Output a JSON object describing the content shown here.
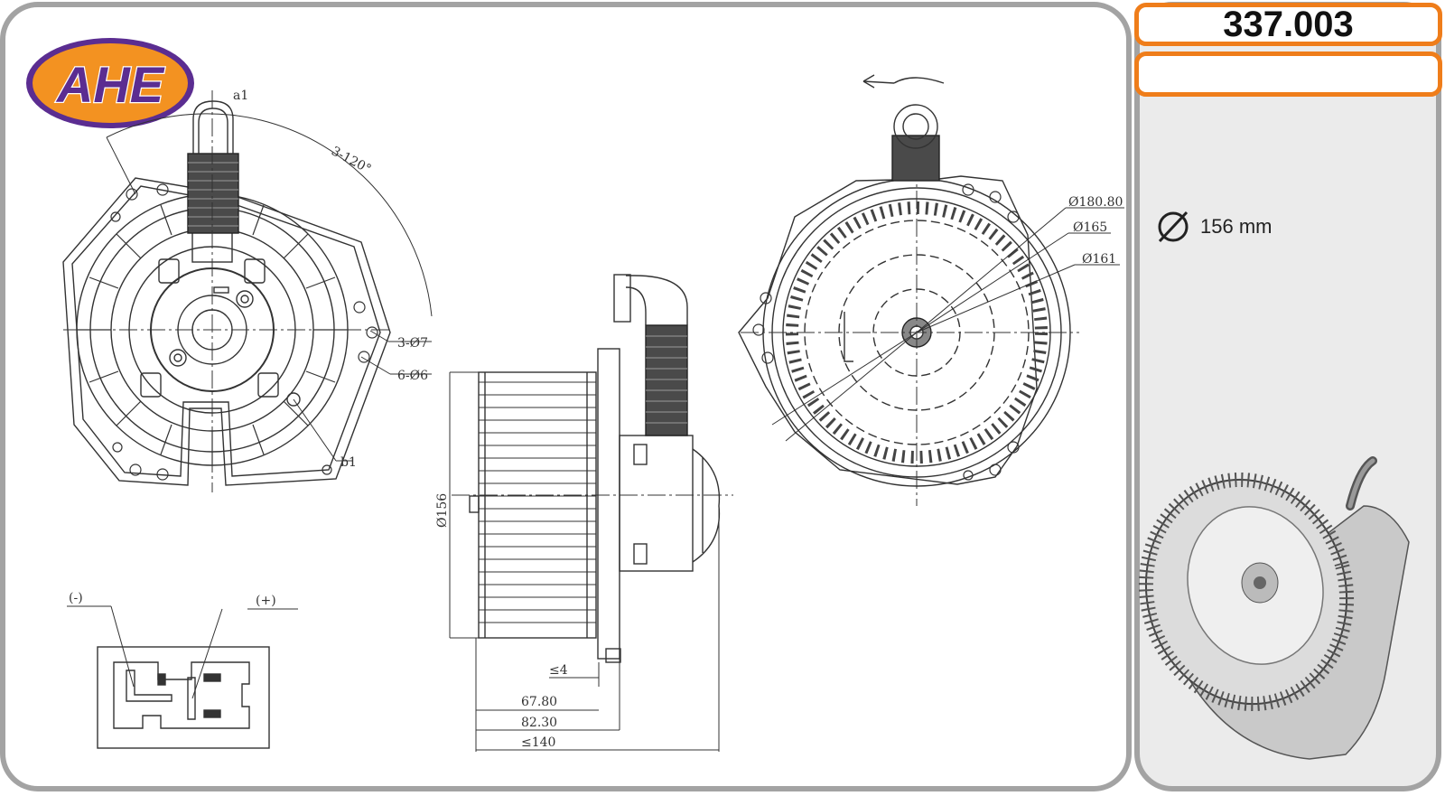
{
  "logo": {
    "text": "AHE"
  },
  "part_number": "337.003",
  "spec": {
    "icon": "diameter-icon",
    "value": "156 mm"
  },
  "labels": {
    "a1": "a1",
    "angle": "3-120°",
    "hole_7": "3-Ø7",
    "hole_6": "6-Ø6",
    "b1": "b1",
    "neg": "(-)",
    "pos": "(+)",
    "dia_side": "Ø156",
    "gap": "≤4",
    "len_1": "67.80",
    "len_2": "82.30",
    "len_3": "≤140",
    "d_outer": "Ø180.80",
    "d_mid": "Ø165",
    "d_inner": "Ø161"
  },
  "colors": {
    "accent": "#ef7d1a",
    "logo_purple": "#5b2d91",
    "logo_orange": "#f39221",
    "frame": "#a3a3a3"
  }
}
